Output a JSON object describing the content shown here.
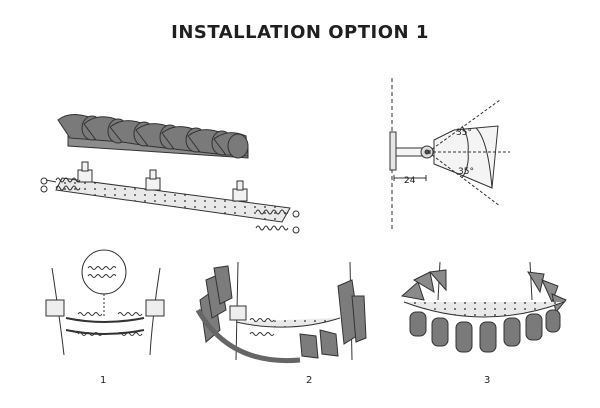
{
  "title": "INSTALLATION OPTION 1",
  "dimensions": {
    "angle_upper": "35°",
    "angle_lower": "35°",
    "distance": "24"
  },
  "steps": [
    "1",
    "2",
    "3"
  ]
}
